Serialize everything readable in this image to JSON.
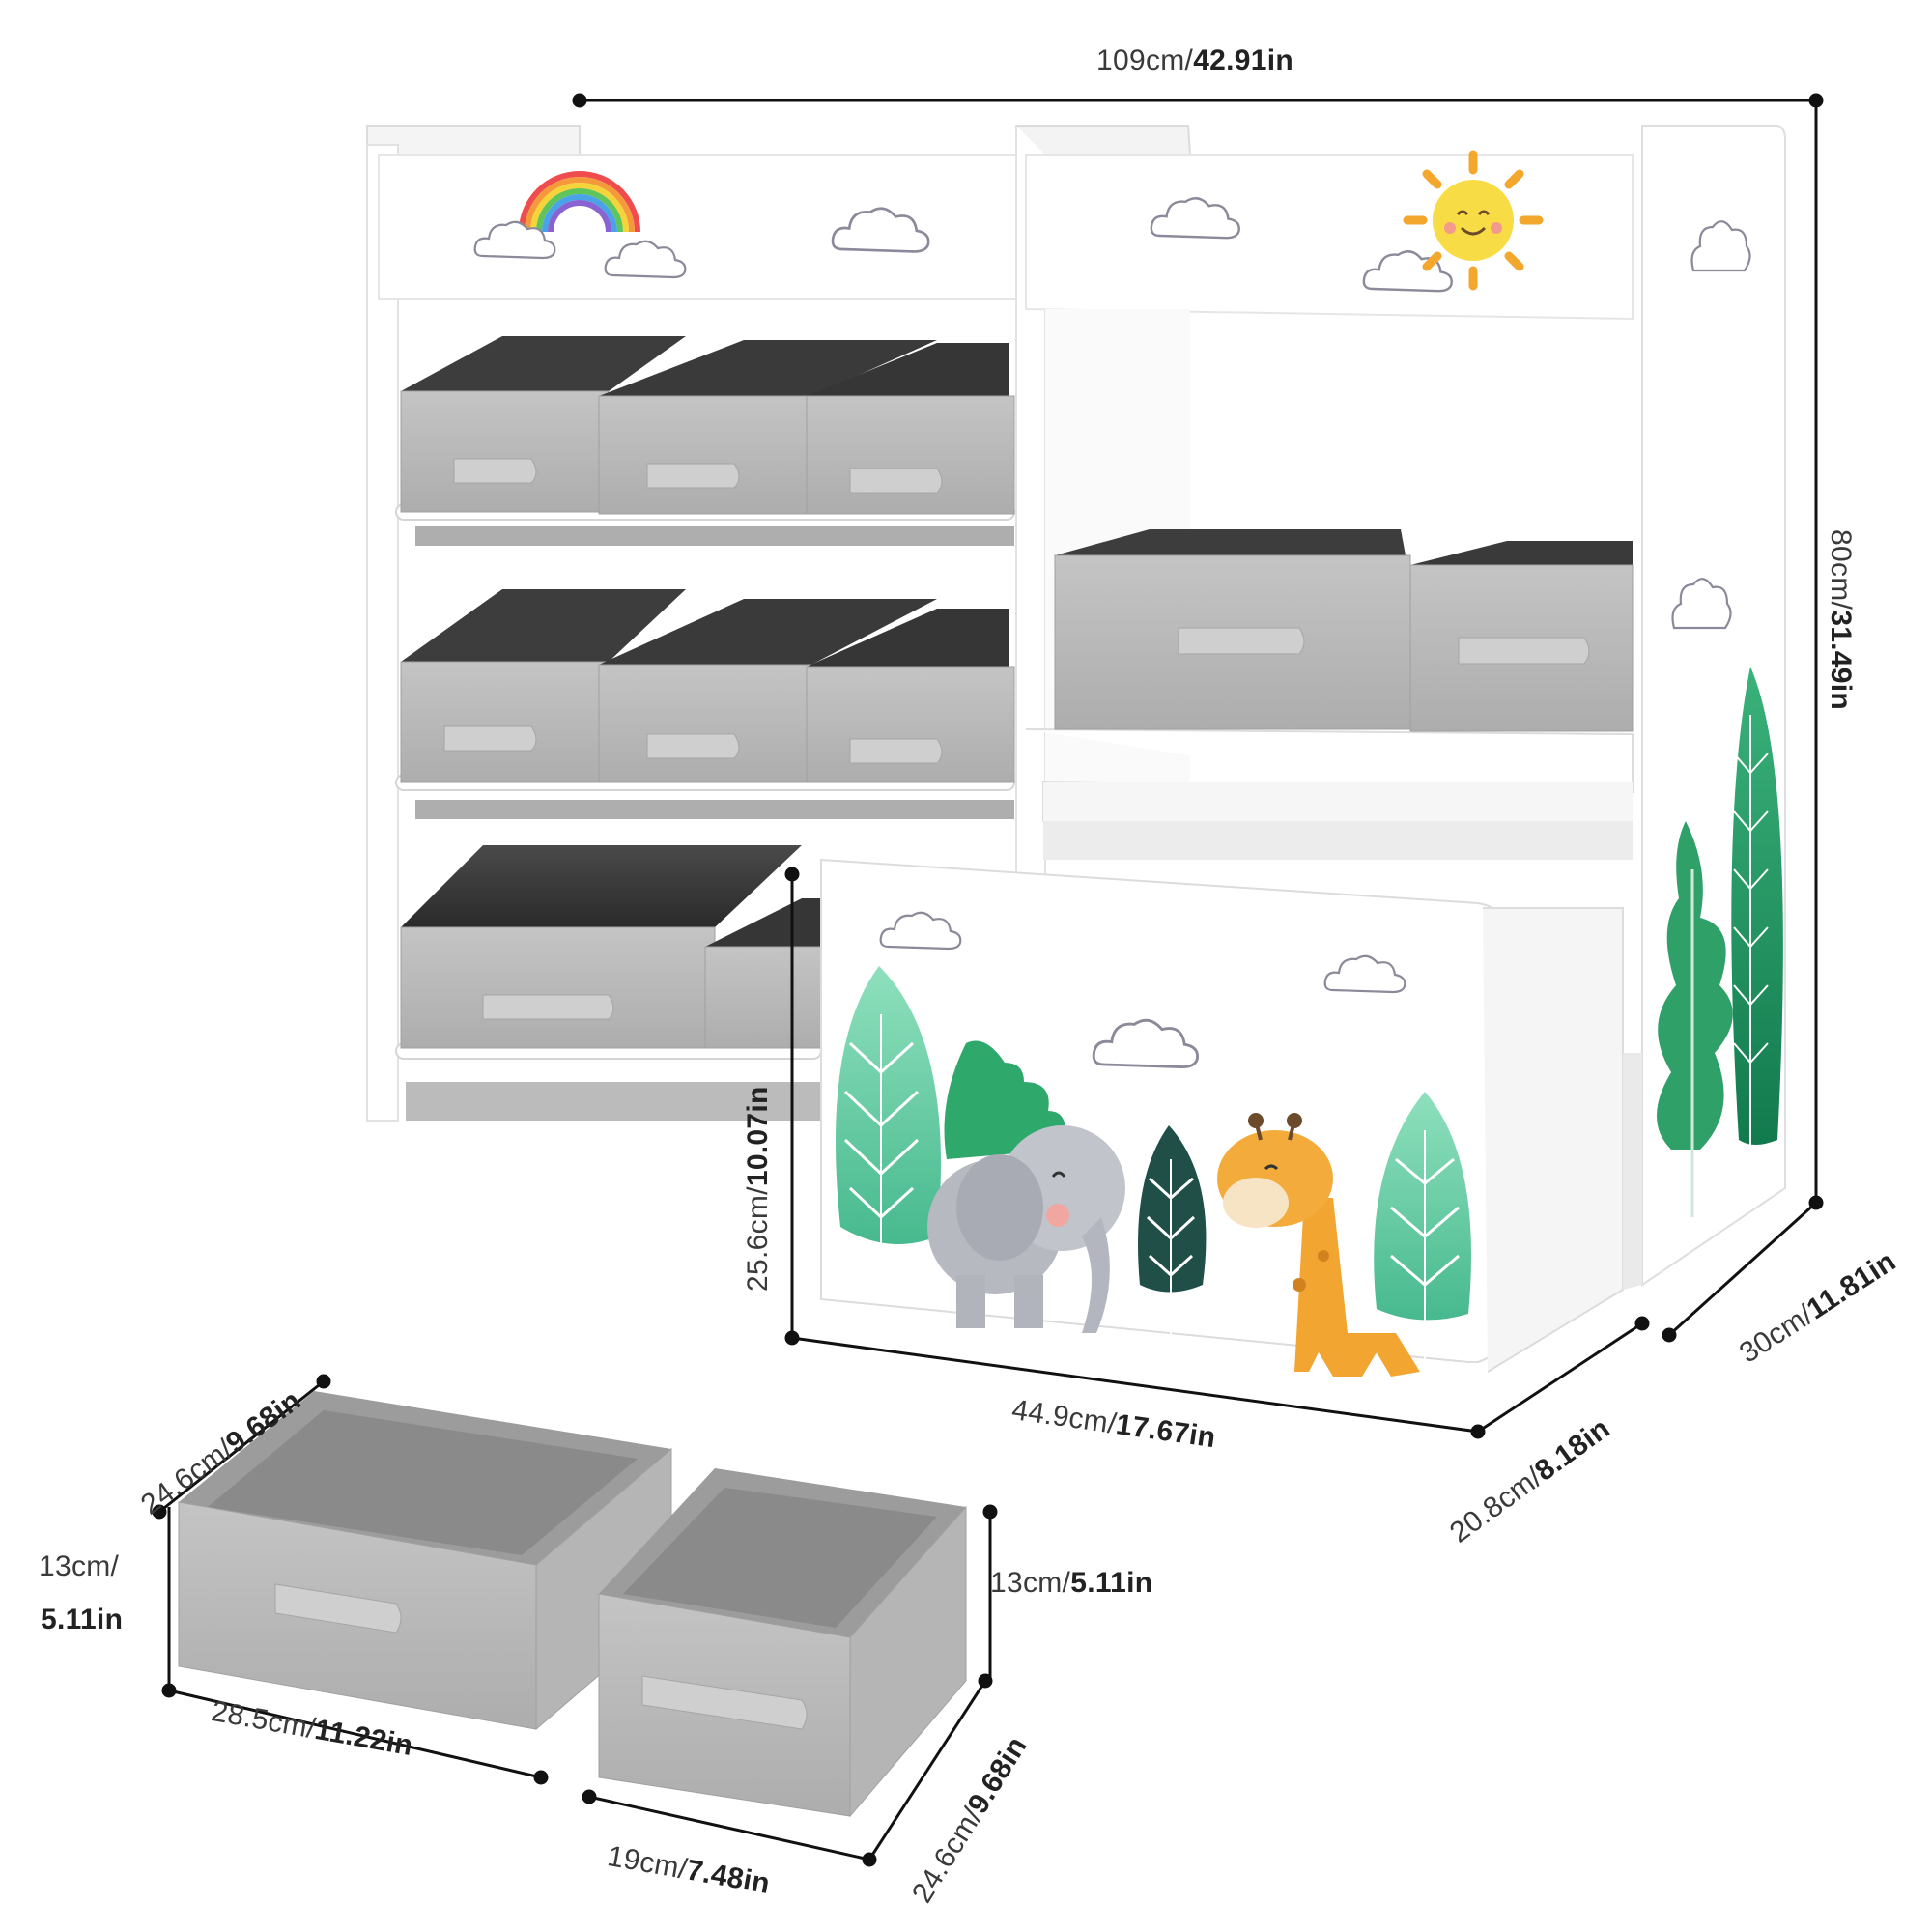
{
  "dimensions": {
    "overall_width": {
      "metric": "109cm/",
      "imperial": "42.91in"
    },
    "overall_height": {
      "metric": "80cm/",
      "imperial": "31.49in"
    },
    "overall_depth": {
      "metric": "30cm/",
      "imperial": "11.81in"
    },
    "toy_box_height": {
      "metric": "25.6cm/",
      "imperial": "10.07in"
    },
    "toy_box_width": {
      "metric": "44.9cm/",
      "imperial": "17.67in"
    },
    "toy_box_depth": {
      "metric": "20.8cm/",
      "imperial": "8.18in"
    },
    "large_bin_depth": {
      "metric": "24.6cm/",
      "imperial": "9.68in"
    },
    "large_bin_height": {
      "metric": "13cm/",
      "imperial": "5.11in"
    },
    "large_bin_width": {
      "metric": "28.5cm/",
      "imperial": "11.22in"
    },
    "small_bin_height": {
      "metric": "13cm/",
      "imperial": "5.11in"
    },
    "small_bin_depth": {
      "metric": "24.6cm/",
      "imperial": "9.68in"
    },
    "small_bin_width": {
      "metric": "19cm/",
      "imperial": "7.48in"
    }
  },
  "colors": {
    "frame": "#ffffff",
    "frame_edge": "#e3e3e3",
    "bin_gray": "#b9b9b9",
    "bin_dark": "#3a3a3a",
    "leaf_green": "#2fa36b",
    "leaf_teal": "#6fd0a8",
    "leaf_dark": "#1f4f47",
    "giraffe": "#f2a531",
    "sun": "#f7d33a",
    "line": "#111111"
  },
  "icons": [
    "rainbow-icon",
    "sun-icon",
    "cloud-icon",
    "tree-icon",
    "elephant-icon",
    "giraffe-icon",
    "fabric-bin-icon"
  ]
}
